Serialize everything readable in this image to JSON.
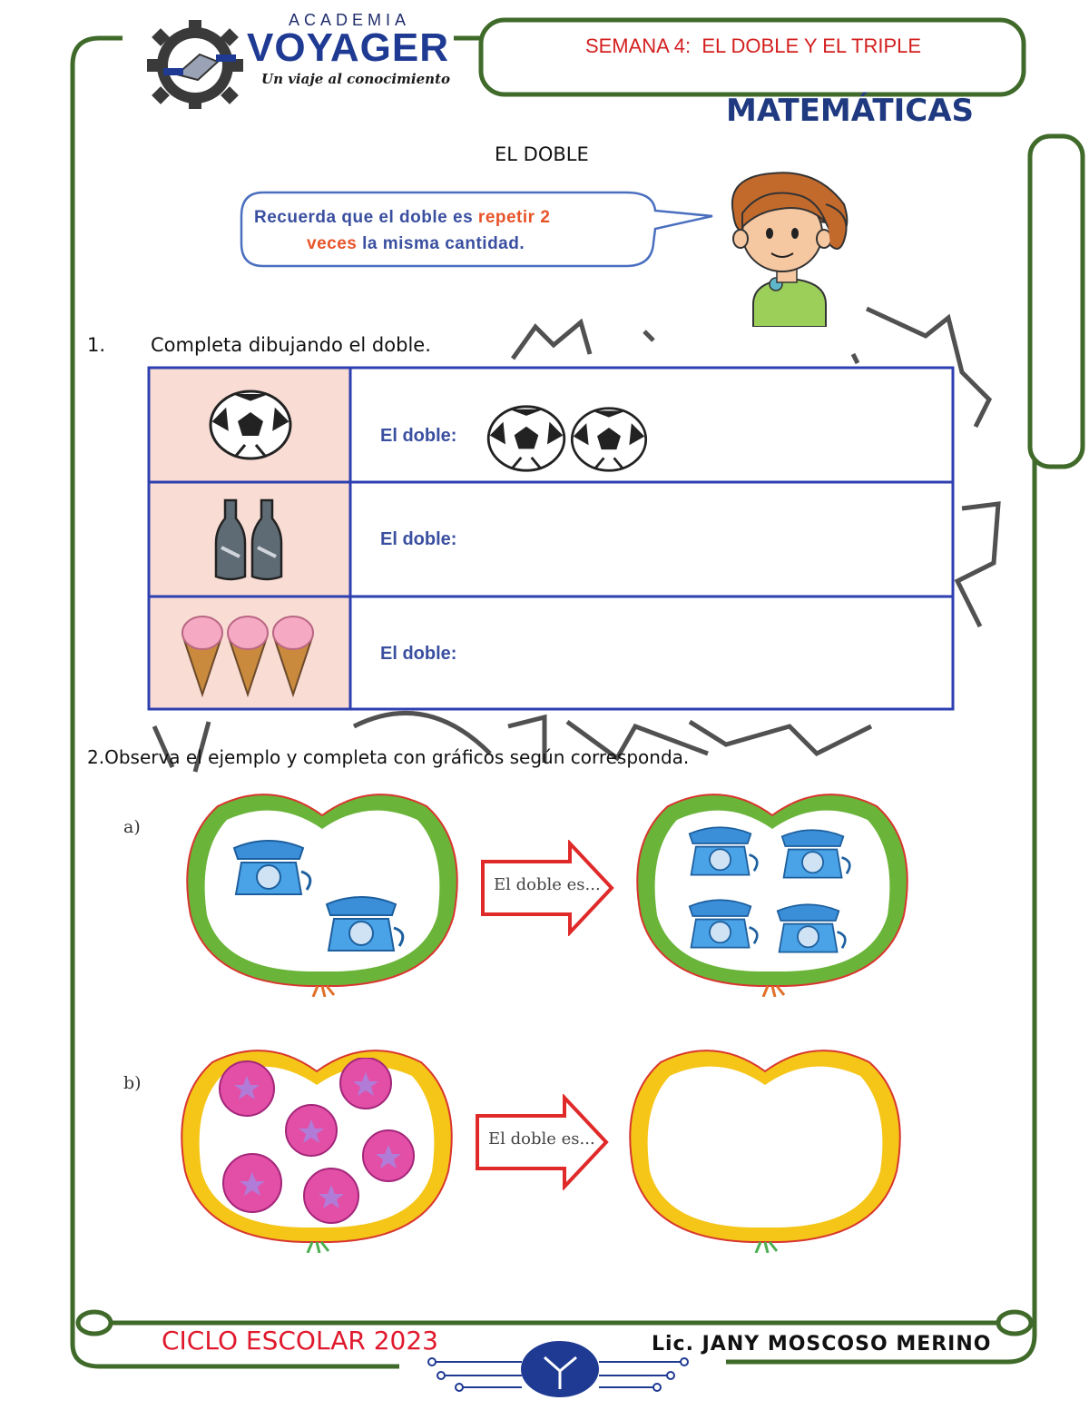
{
  "header": {
    "logo_top": "ACADEMIA",
    "logo_name": "VOYAGER",
    "logo_tagline": "Un viaje al conocimiento",
    "week_label": "SEMANA 4:",
    "week_topic": "EL DOBLE Y EL TRIPLE",
    "subject": "MATEMÁTICAS"
  },
  "section": {
    "title": "EL DOBLE",
    "reminder_part1": "Recuerda que el doble es ",
    "reminder_highlight1": "repetir 2",
    "reminder_highlight2": "veces",
    "reminder_part2": " la misma cantidad."
  },
  "exercise1": {
    "number": "1.",
    "instruction": "Completa dibujando el doble.",
    "rows": [
      {
        "item": "soccer-ball",
        "count": 1,
        "label": "El doble:",
        "answer_count": 2
      },
      {
        "item": "bottle",
        "count": 2,
        "label": "El doble:",
        "answer_count": 0
      },
      {
        "item": "ice-cream",
        "count": 3,
        "label": "El doble:",
        "answer_count": 0
      }
    ]
  },
  "exercise2": {
    "instruction": "2.Observa el ejemplo y completa con gráficos según corresponda.",
    "examples": [
      {
        "label": "a)",
        "arrow_text": "El doble es...",
        "item": "telephone",
        "left_count": 2,
        "right_count": 4
      },
      {
        "label": "b)",
        "arrow_text": "El doble es...",
        "item": "ball",
        "left_count": 6,
        "right_count": 0
      }
    ]
  },
  "footer": {
    "cycle": "CICLO ESCOLAR 2023",
    "teacher": "Lic. JANY MOSCOSO MERINO"
  },
  "colors": {
    "frame": "#3f6a2a",
    "title_red": "#d42020",
    "subject_blue": "#1f3a80",
    "table_border": "#2e3fb0",
    "cell_fill": "#f9dcd4",
    "apple_green": "#6bb43a",
    "apple_yellow": "#f5c518"
  }
}
